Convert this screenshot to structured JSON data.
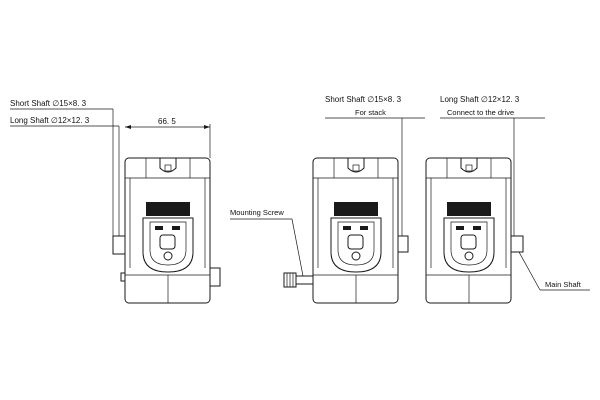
{
  "labels": {
    "short_shaft_left": "Short Shaft ∅15×8. 3",
    "long_shaft_left": "Long Shaft ∅12×12. 3",
    "dimension": "66. 5",
    "mounting_screw": "Mounting Screw",
    "short_shaft_mid": "Short Shaft ∅15×8. 3",
    "for_stack": "For stack",
    "long_shaft_right": "Long Shaft ∅12×12. 3",
    "connect_drive": "Connect to the drive",
    "main_shaft": "Main Shaft"
  }
}
